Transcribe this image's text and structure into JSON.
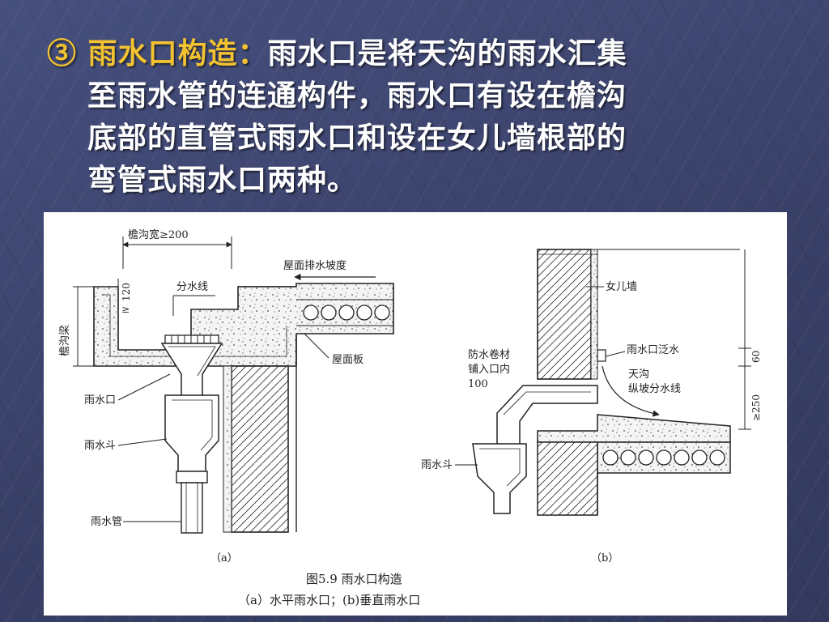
{
  "slide": {
    "bullet": "③",
    "lead": "雨水口构造：",
    "line1_rest": "雨水口是将天沟的雨水汇集",
    "line2": "至雨水管的连通构件，雨水口有设在檐沟",
    "line3": "底部的直管式雨水口和设在女儿墙根部的",
    "line4": "弯管式雨水口两种。"
  },
  "colors": {
    "accent": "#f2c230",
    "text": "#ffffff",
    "background": "#3d4470"
  },
  "figure": {
    "a": {
      "gutter_width": "檐沟宽≥200",
      "roof_slope": "屋面排水坡度",
      "dim_120": "120",
      "geq": "≥",
      "divide_line": "分水线",
      "gutter_beam": "檐沟梁",
      "roof_slab": "屋面板",
      "outlet": "雨水口",
      "hopper": "雨水斗",
      "pipe": "雨水管",
      "caption": "（a）"
    },
    "b": {
      "parapet": "女儿墙",
      "flashing": "雨水口泛水",
      "membrane_1": "防水卷材",
      "membrane_2": "铺入口内",
      "membrane_3": "100",
      "gutter_1": "天沟",
      "gutter_2": "纵坡分水线",
      "dim_60": "60",
      "dim_250": "≥250",
      "hopper": "雨水斗",
      "caption": "（b）"
    },
    "title": "图5.9  雨水口构造",
    "subtitle": "（a）水平雨水口；(b)垂直雨水口"
  }
}
